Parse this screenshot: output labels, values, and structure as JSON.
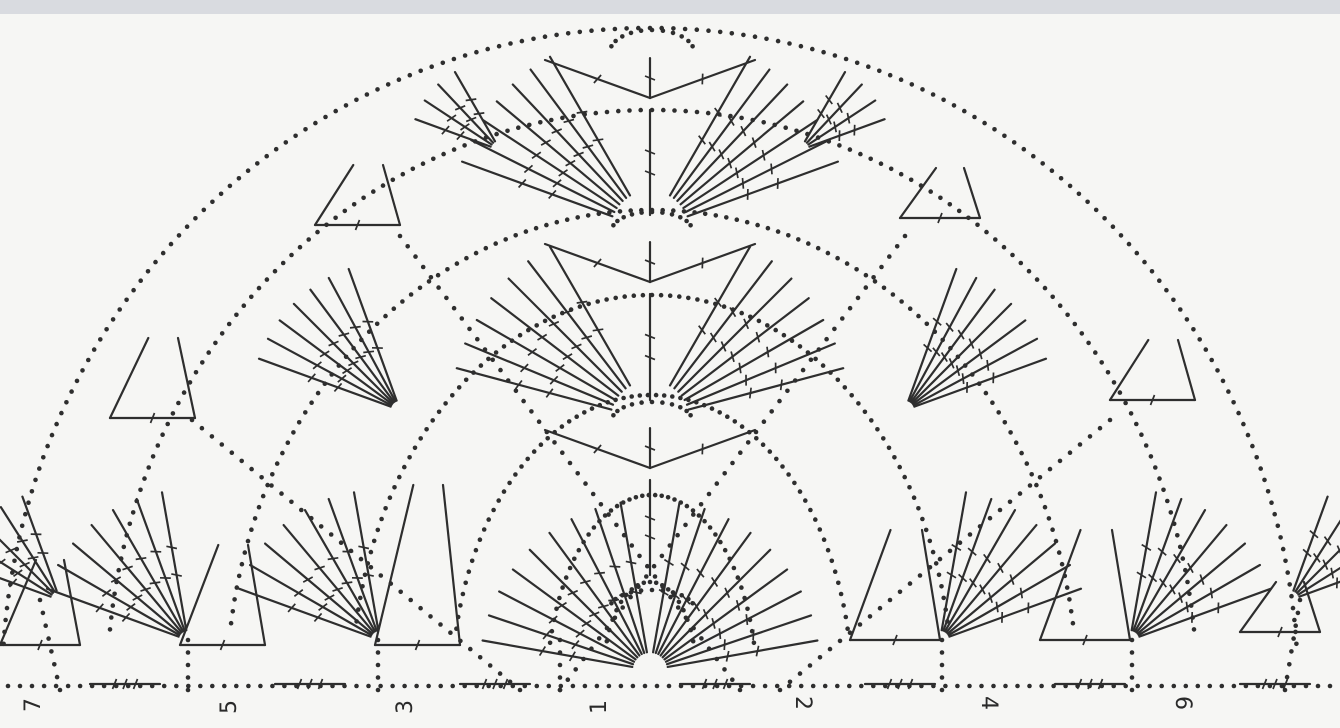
{
  "diagram": {
    "row_labels": [
      "7",
      "5",
      "3",
      "1",
      "2",
      "4",
      "6"
    ]
  },
  "colors": {
    "ink": "#2e2e2e",
    "paper": "#f6f6f4",
    "frame": "#d9dbe0"
  }
}
